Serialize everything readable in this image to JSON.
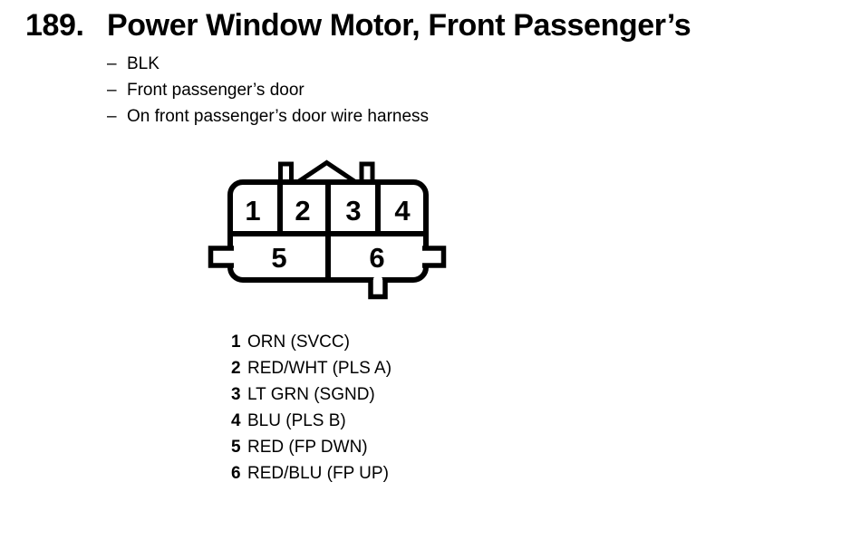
{
  "colors": {
    "ink": "#000000",
    "paper": "#ffffff"
  },
  "document": {
    "item_number": "189.",
    "title": "Power Window Motor, Front Passenger’s",
    "notes_dash": "–",
    "notes": [
      "BLK",
      "Front passenger’s door",
      "On front passenger’s door wire harness"
    ]
  },
  "connector": {
    "cavities": [
      "1",
      "2",
      "3",
      "4",
      "5",
      "6"
    ]
  },
  "pinout": [
    {
      "pin": "1",
      "wire": "ORN (SVCC)"
    },
    {
      "pin": "2",
      "wire": "RED/WHT (PLS A)"
    },
    {
      "pin": "3",
      "wire": "LT GRN (SGND)"
    },
    {
      "pin": "4",
      "wire": "BLU (PLS B)"
    },
    {
      "pin": "5",
      "wire": "RED (FP DWN)"
    },
    {
      "pin": "6",
      "wire": "RED/BLU (FP UP)"
    }
  ]
}
